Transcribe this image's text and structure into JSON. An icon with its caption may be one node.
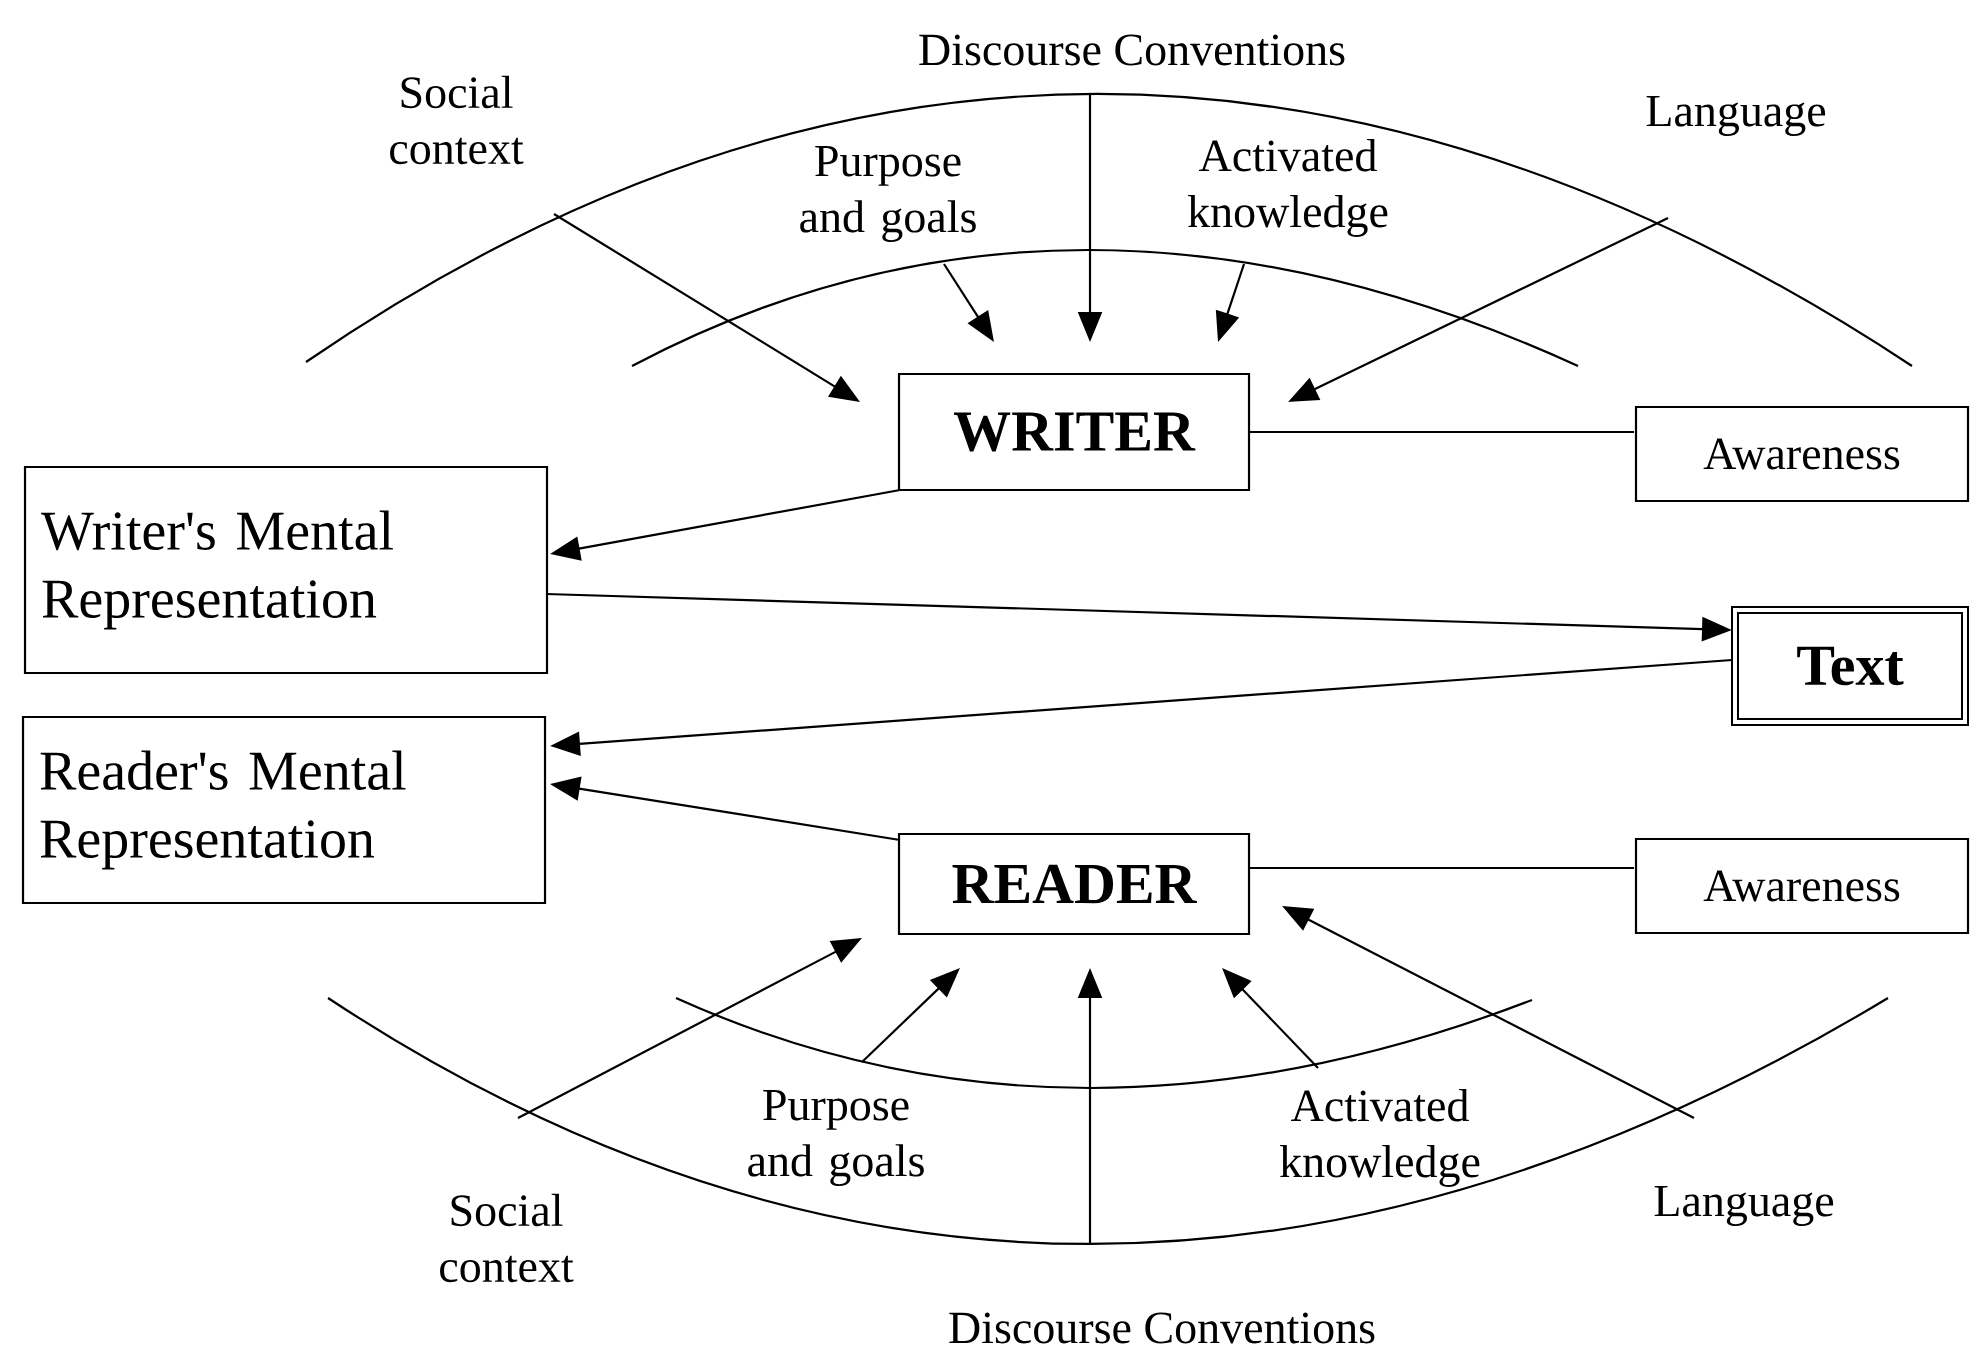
{
  "diagram": {
    "nodes": [
      {
        "text": [
          "Social context"
        ]
      },
      {
        "text": [
          "Discourse Conventions"
        ]
      },
      {
        "text": [
          "Language"
        ]
      },
      {
        "text": [
          "Purpose and goals"
        ]
      },
      {
        "text": [
          "Activated knowledge"
        ]
      },
      {
        "text": [
          "WRITER"
        ]
      },
      {
        "text": [
          "Awareness"
        ]
      },
      {
        "text": [
          "Writer's Mental Representation"
        ]
      },
      {
        "text": [
          "Text"
        ]
      },
      {
        "text": [
          "Reader's Mental Representation"
        ]
      },
      {
        "text": [
          "READER"
        ]
      },
      {
        "text": [
          "Awareness"
        ]
      },
      {
        "text": [
          "Purpose and goals"
        ]
      },
      {
        "text": [
          "Activated knowledge"
        ]
      },
      {
        "text": [
          "Social context"
        ]
      },
      {
        "text": [
          "Language"
        ]
      },
      {
        "text": [
          "Discourse Conventions"
        ]
      }
    ],
    "edges": [
      {
        "from": 0,
        "to": 5,
        "arrow": "to"
      },
      {
        "from": 3,
        "to": 5,
        "arrow": "to"
      },
      {
        "from": 1,
        "to": 5,
        "arrow": "to"
      },
      {
        "from": 4,
        "to": 5,
        "arrow": "to"
      },
      {
        "from": 2,
        "to": 5,
        "arrow": "to"
      },
      {
        "from": 5,
        "to": 6,
        "arrow": "none"
      },
      {
        "from": 5,
        "to": 7,
        "arrow": "to"
      },
      {
        "from": 7,
        "to": 8,
        "arrow": "to"
      },
      {
        "from": 8,
        "to": 9,
        "arrow": "to"
      },
      {
        "from": 10,
        "to": 9,
        "arrow": "to"
      },
      {
        "from": 10,
        "to": 11,
        "arrow": "none"
      },
      {
        "from": 14,
        "to": 10,
        "arrow": "to"
      },
      {
        "from": 12,
        "to": 10,
        "arrow": "to"
      },
      {
        "from": 16,
        "to": 10,
        "arrow": "to"
      },
      {
        "from": 13,
        "to": 10,
        "arrow": "to"
      },
      {
        "from": 15,
        "to": 10,
        "arrow": "to"
      }
    ]
  }
}
